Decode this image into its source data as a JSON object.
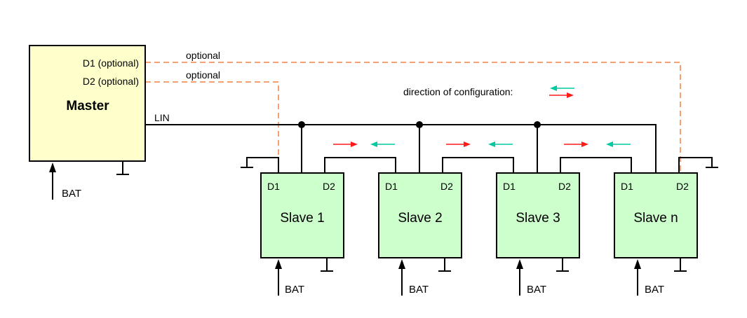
{
  "master": {
    "title": "Master",
    "pin_d1": "D1 (optional)",
    "pin_d2": "D2 (optional)"
  },
  "wires": {
    "optional_1": "optional",
    "optional_2": "optional",
    "lin": "LIN"
  },
  "legend": {
    "text": "direction of configuration:"
  },
  "supply_label": "BAT",
  "slaves": [
    {
      "name": "Slave 1",
      "pin_left": "D1",
      "pin_right": "D2"
    },
    {
      "name": "Slave 2",
      "pin_left": "D1",
      "pin_right": "D2"
    },
    {
      "name": "Slave 3",
      "pin_left": "D1",
      "pin_right": "D2"
    },
    {
      "name": "Slave n",
      "pin_left": "D1",
      "pin_right": "D2"
    }
  ],
  "colors": {
    "master_fill": "#ffffcc",
    "slave_fill": "#ccffcc",
    "optional_line": "#f4a070",
    "arrow_forward": "#ff1a1a",
    "arrow_backward": "#00c8a0"
  }
}
